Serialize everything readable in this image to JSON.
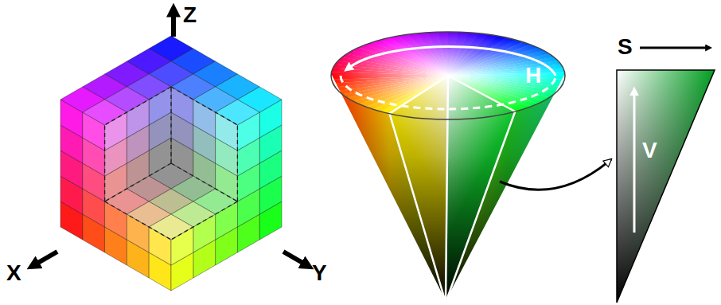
{
  "diagram": {
    "labels": [
      "Z",
      "X",
      "Y",
      "H",
      "S",
      "V"
    ]
  }
}
